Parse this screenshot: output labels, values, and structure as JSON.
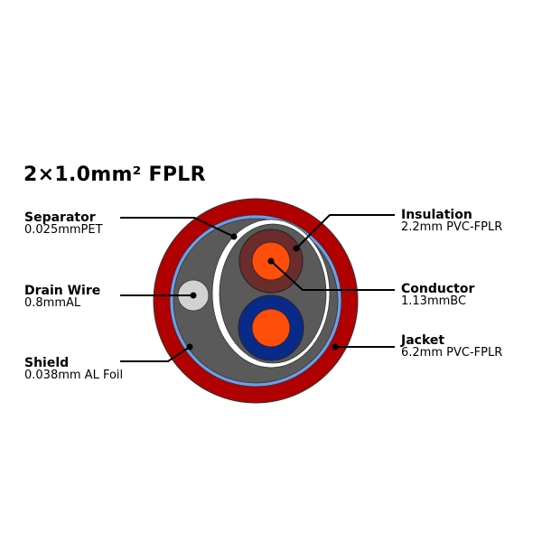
{
  "title": "2×1.0mm² FPLR",
  "labels": {
    "separator": {
      "name": "Separator",
      "spec": "0.025mmPET"
    },
    "drain_wire": {
      "name": "Drain Wire",
      "spec": "0.8mmAL"
    },
    "shield": {
      "name": "Shield",
      "spec": "0.038mm AL Foil"
    },
    "insulation": {
      "name": "Insulation",
      "spec": "2.2mm PVC-FPLR"
    },
    "conductor": {
      "name": "Conductor",
      "spec": "1.13mmBC"
    },
    "jacket": {
      "name": "Jacket",
      "spec": "6.2mm PVC-FPLR"
    }
  },
  "colors": {
    "jacket": "#b00000",
    "shield": "#6f9de8",
    "filler": "#5a5a5a",
    "separator": "#ffffff",
    "insulation_1": "#6b2c2c",
    "insulation_2": "#0a2a8a",
    "conductor": "#ff4d0a",
    "drain_wire": "#d2d2d2"
  }
}
